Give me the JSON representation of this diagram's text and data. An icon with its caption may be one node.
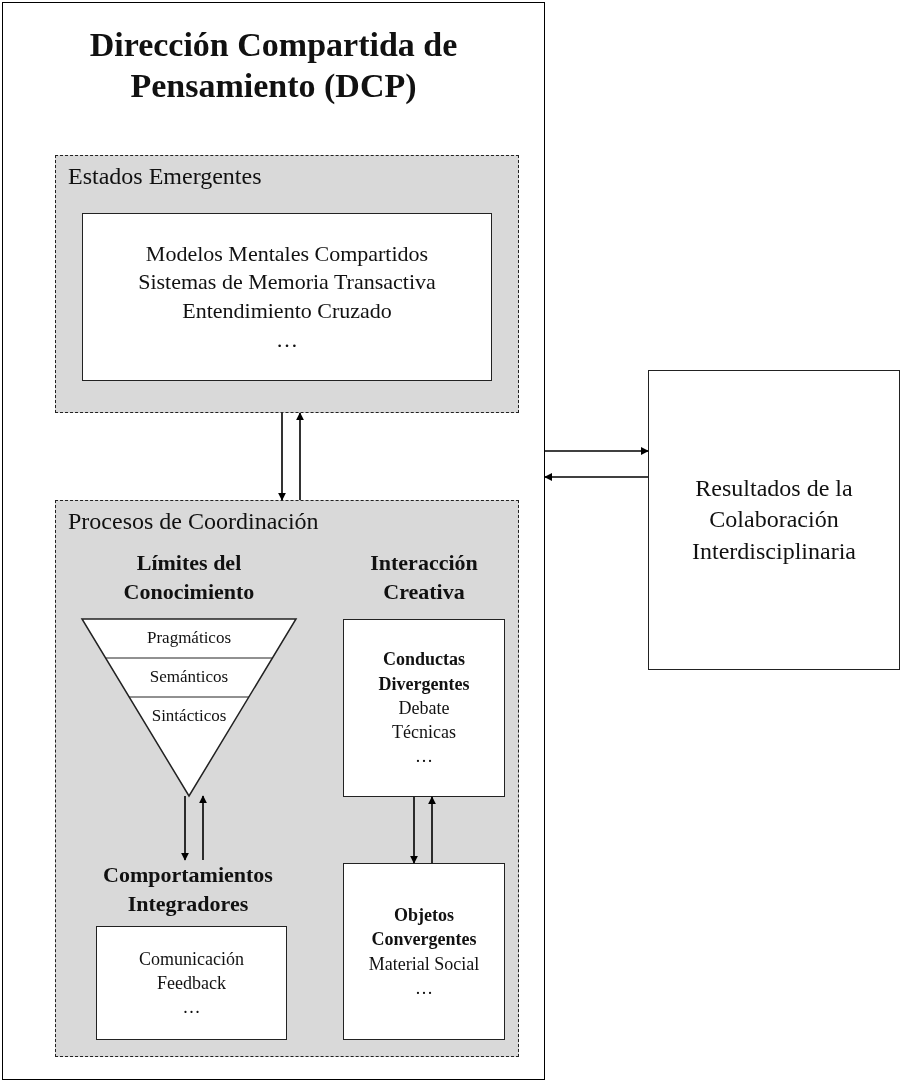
{
  "diagram": {
    "nodes": [
      {
        "text": [
          "Dirección Compartida de Pensamiento (DCP)"
        ]
      },
      {
        "text": [
          "Estados Emergentes"
        ],
        "in": 0
      },
      {
        "text": [
          "Modelos Mentales Compartidos",
          "Sistemas de Memoria Transactiva",
          "Entendimiento Cruzado",
          "…"
        ],
        "in": 1
      },
      {
        "text": [
          "Procesos de Coordinación"
        ],
        "in": 0
      },
      {
        "text": [
          "Límites del Conocimiento",
          "Pragmáticos",
          "Semánticos",
          "Sintácticos"
        ],
        "in": 3
      },
      {
        "text": [
          "Interacción Creativa",
          "Conductas Divergentes",
          "Debate",
          "Técnicas",
          "…"
        ],
        "in": 3
      },
      {
        "text": [
          "Comportamientos Integradores",
          "Comunicación",
          "Feedback",
          "…"
        ],
        "in": 3
      },
      {
        "text": [
          "Objetos Convergentes",
          "Material Social",
          "…"
        ],
        "in": 3
      },
      {
        "text": [
          "Resultados de la Colaboración Interdisciplinaria"
        ]
      }
    ],
    "edges": [
      {
        "from": 1,
        "to": 3,
        "arrow": "to"
      },
      {
        "from": 3,
        "to": 1,
        "arrow": "to"
      },
      {
        "from": 4,
        "to": 6,
        "arrow": "to"
      },
      {
        "from": 6,
        "to": 4,
        "arrow": "to"
      },
      {
        "from": 5,
        "to": 7,
        "arrow": "to"
      },
      {
        "from": 7,
        "to": 5,
        "arrow": "to"
      },
      {
        "from": 0,
        "to": 8,
        "arrow": "to"
      },
      {
        "from": 8,
        "to": 0,
        "arrow": "to"
      }
    ]
  }
}
